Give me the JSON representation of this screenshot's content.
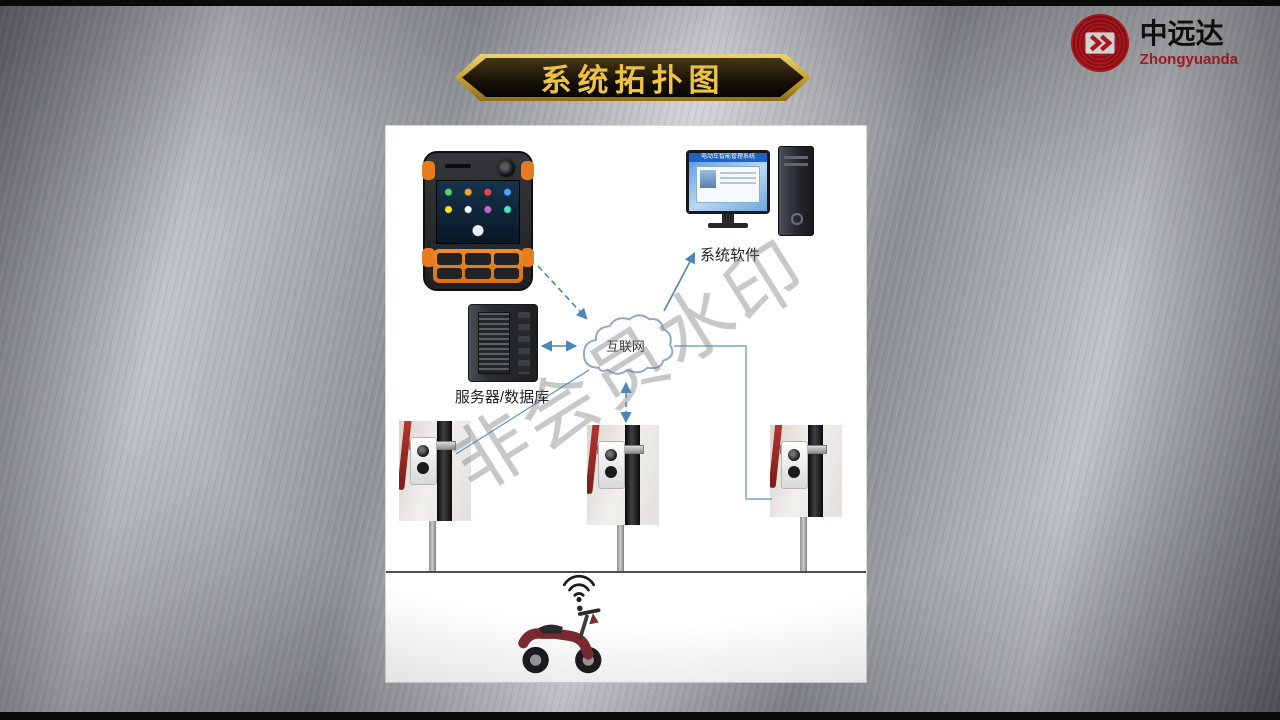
{
  "slide": {
    "title": "系统拓扑图",
    "logo": {
      "name_cn": "中远达",
      "name_en": "Zhongyuanda"
    }
  },
  "diagram": {
    "labels": {
      "software": "系统软件",
      "server": "服务器/数据库",
      "cloud": "互联网",
      "monitor_title": "电动车智能管理系统"
    },
    "watermark": "非会员水印"
  }
}
